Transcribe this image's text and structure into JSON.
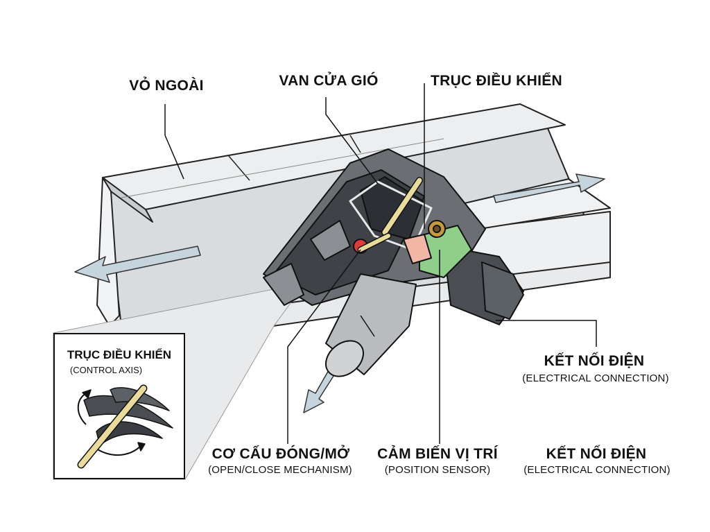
{
  "labels": {
    "outer_shell": "VỎ NGOÀI",
    "air_valve": "VAN CỬA GIÓ",
    "control_shaft": "TRỤC ĐIỀU KHIỂN",
    "electrical_connection_right": {
      "vi": "KẾT NỐI ĐIỆN",
      "en": "(ELECTRICAL CONNECTION)"
    },
    "open_close_mechanism": {
      "vi": "CƠ CẤU ĐÓNG/MỞ",
      "en": "(OPEN/CLOSE MECHANISM)"
    },
    "position_sensor": {
      "vi": "CẢM BIẾN VỊ TRÍ",
      "en": "(POSITION SENSOR)"
    },
    "electrical_connection_bottom": {
      "vi": "KẾT NỐI ĐIỆN",
      "en": "(ELECTRICAL CONNECTION)"
    }
  },
  "inset": {
    "title": "TRỤC ĐIỀU KHIỂN",
    "subtitle": "(CONTROL AXIS)"
  },
  "colors": {
    "duct": "#e6e8ea",
    "duct_shade": "#c9cdd1",
    "arrow": "#c5d4dd",
    "housing": "#5a5e63",
    "motor": "#b9bcbf",
    "shaft": "#e9dc9a",
    "sensor_board": "#8fcf8a",
    "sensor_pad": "#f2b7a4",
    "red_part": "#e23a3a"
  }
}
